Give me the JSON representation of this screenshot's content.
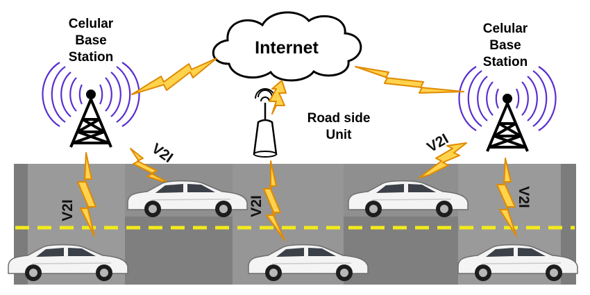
{
  "labels": {
    "base_station_left": [
      "Celular",
      "Base",
      "Station"
    ],
    "base_station_right": [
      "Celular",
      "Base",
      "Station"
    ],
    "internet": "Internet",
    "rsu": [
      "Road side",
      "Unit"
    ],
    "v2i": "V2I"
  },
  "colors": {
    "road": "#8f8f8f",
    "road_dark": "#7a7a7a",
    "lane_marking": "#f2ea1c",
    "bolt_fill": "#ffd34d",
    "bolt_stroke": "#e08a00",
    "waves": "#5a2fd0"
  },
  "icons": [
    "cloud-icon",
    "cell-tower-icon",
    "antenna-icon",
    "car-icon",
    "lightning-bolt-icon"
  ]
}
